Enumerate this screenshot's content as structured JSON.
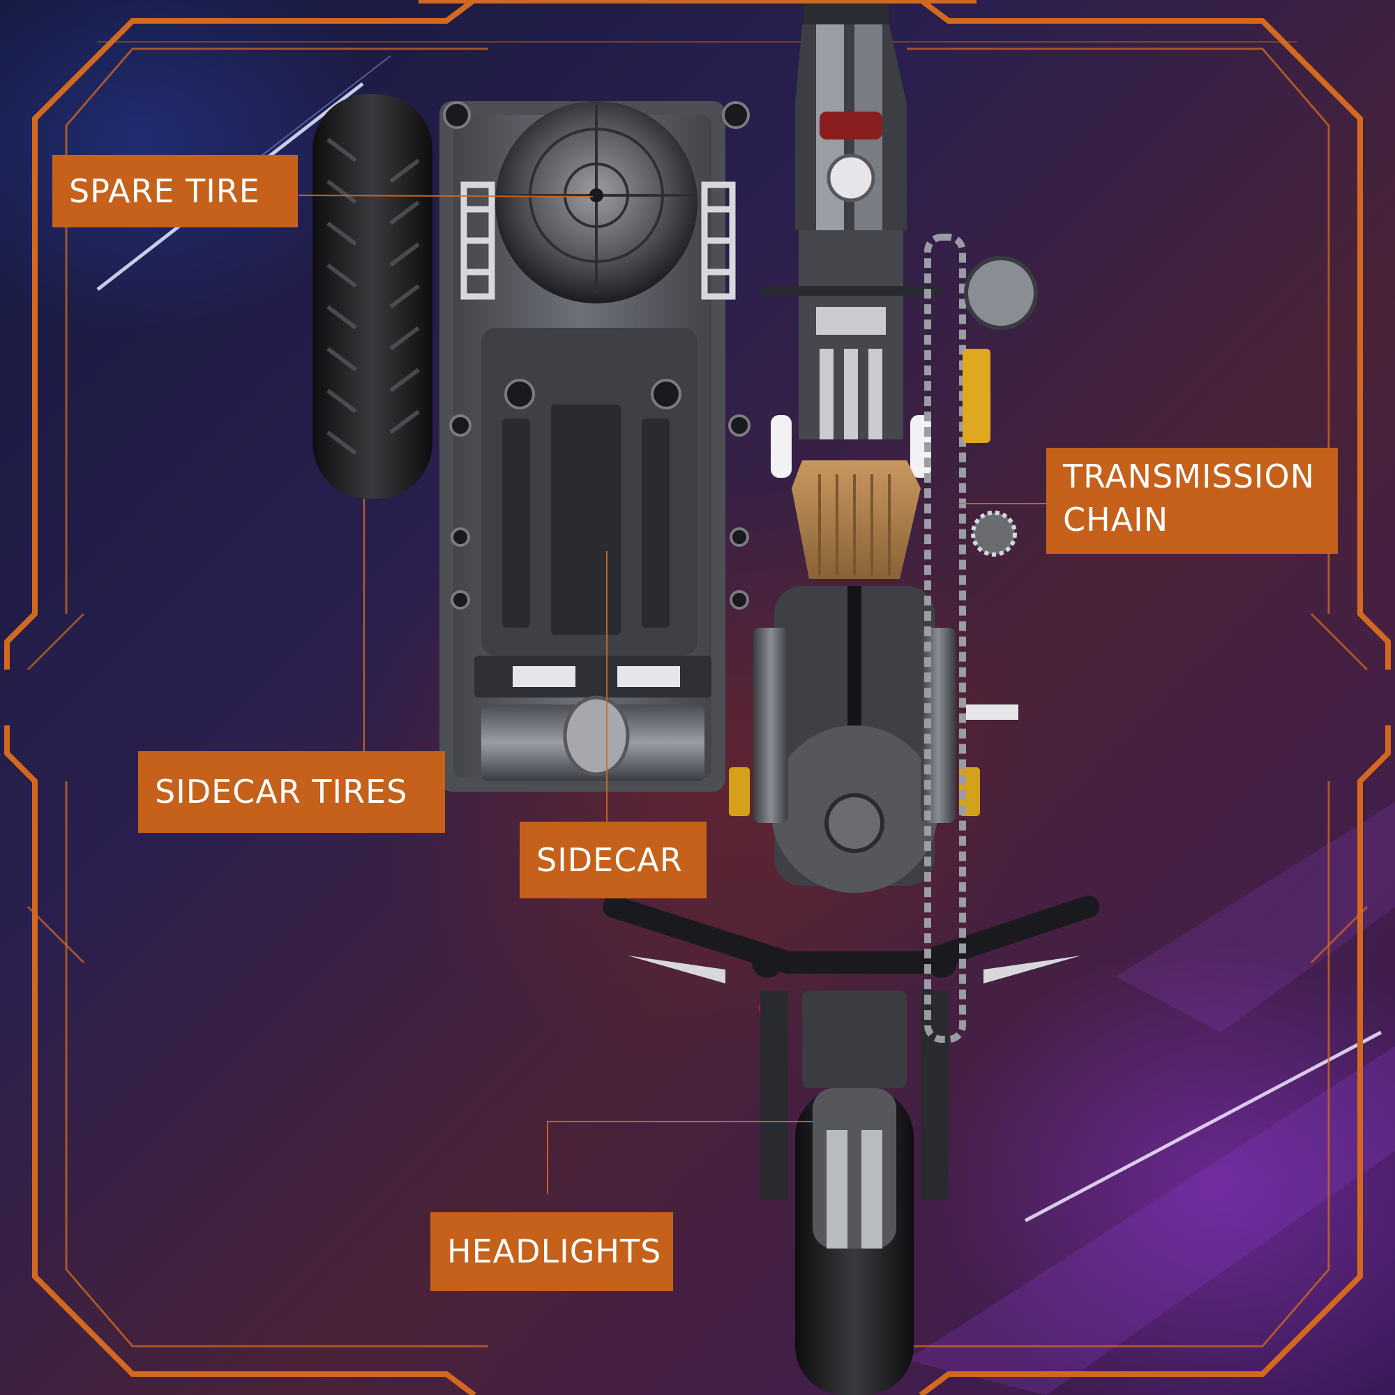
{
  "colors": {
    "accent": "#c5611a",
    "frame": "#d2691e",
    "background": "#1f1d48"
  },
  "labels": {
    "spare_tire": "SPARE TIRE",
    "transmission_line1": "TRANSMISSION",
    "transmission_line2": "CHAIN",
    "sidecar_tires": "SIDECAR TIRES",
    "sidecar": "SIDECAR",
    "headlights": "HEADLIGHTS"
  }
}
